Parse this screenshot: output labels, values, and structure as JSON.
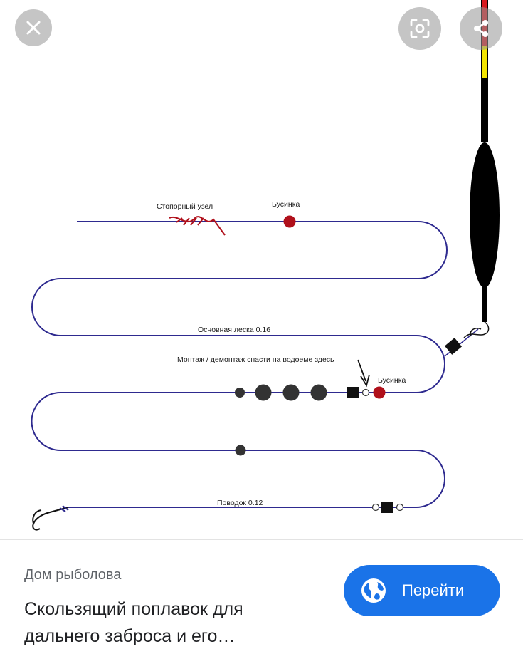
{
  "diagram": {
    "labels": {
      "stop_knot": "Стопорный узел",
      "bead_top": "Бусинка",
      "main_line": "Основная леска 0.16",
      "mount": "Монтаж / демонтаж снасти на водоеме здесь",
      "bead_mid": "Бусинка",
      "leader": "Поводок 0.12"
    },
    "colors": {
      "line": "#2e2a8f",
      "bead": "#b0101b",
      "float_body": "#000000",
      "float_tip_red": "#d71920",
      "float_tip_yellow": "#f2e400"
    }
  },
  "overlay": {
    "close_icon": "close-icon",
    "lens_icon": "lens-icon",
    "share_icon": "share-icon"
  },
  "result": {
    "source": "Дом рыболова",
    "title": "Скользящий поплавок для дальнего заброса и его…",
    "visit_label": "Перейти",
    "visit_icon": "globe-icon",
    "button_color": "#1a73e8"
  }
}
